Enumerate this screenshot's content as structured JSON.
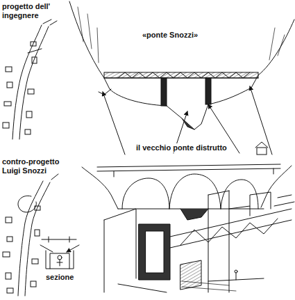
{
  "diagram": {
    "labels": [
      "progetto dell' ingegnere",
      "«ponte Snozzi»",
      "il vecchio ponte distrutto",
      "contro-progetto Luigi Snozzi",
      "sezione"
    ]
  }
}
